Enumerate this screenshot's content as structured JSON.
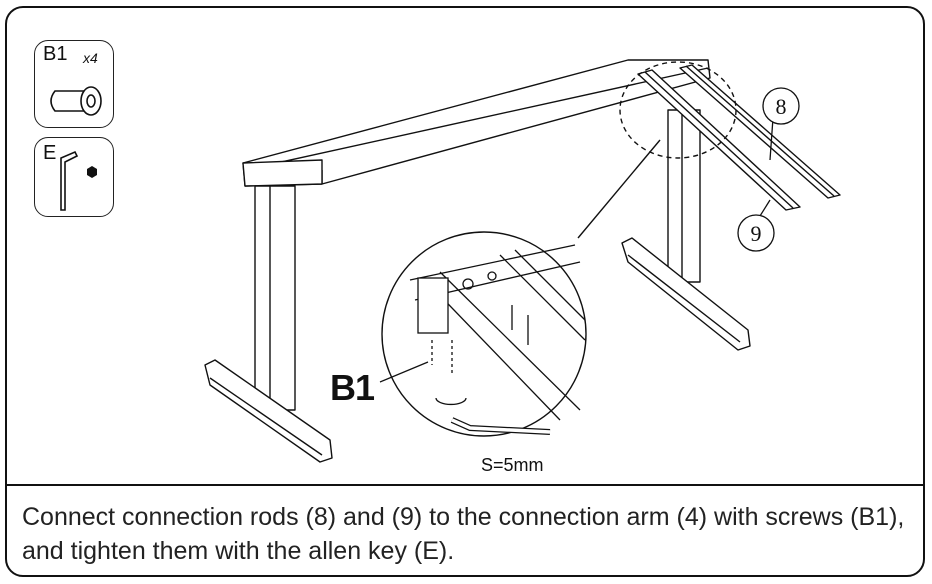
{
  "parts": [
    {
      "code": "B1",
      "qty": "x4",
      "icon": "screw-icon"
    },
    {
      "code": "E",
      "icon": "allen-key-icon"
    }
  ],
  "callouts": {
    "rod_8": "8",
    "rod_9": "9",
    "detail_screw_label": "B1",
    "allen_key_size": "S=5mm"
  },
  "instruction": "Connect connection rods (8) and (9) to the connection arm (4) with screws (B1), and tighten them with the allen key (E)."
}
